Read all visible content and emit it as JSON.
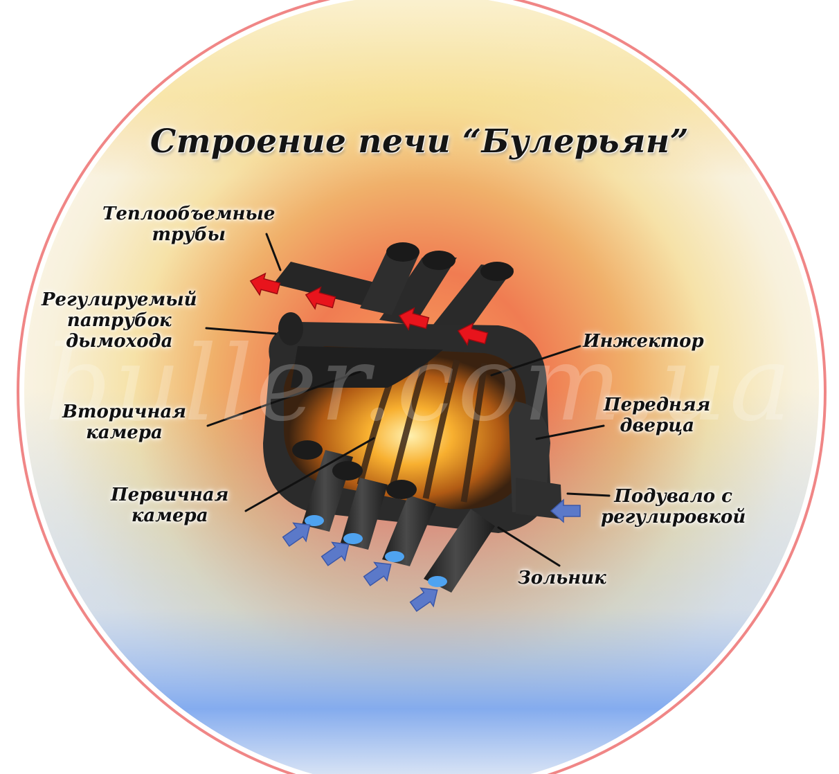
{
  "title": "Строение печи “Булерьян”",
  "watermark": "buller.com.ua",
  "labels": {
    "heat_pipes": [
      "Теплообъемные",
      "трубы"
    ],
    "flue_pipe": [
      "Регулируемый",
      "патрубок",
      "дымохода"
    ],
    "secondary_chamber": [
      "Вторичная",
      "камера"
    ],
    "primary_chamber": [
      "Первичная",
      "камера"
    ],
    "injector": [
      "Инжектор"
    ],
    "front_door": [
      "Передняя",
      "дверца"
    ],
    "blower": [
      "Подувало с",
      "регулировкой"
    ],
    "ash_pit": [
      "Зольник"
    ]
  },
  "colors": {
    "ring": "#f08686",
    "hot_arrow": "#e8141c",
    "cold_arrow": "#5b79c9",
    "stove_body": "#2b2b2b",
    "fire": "#f5a623"
  }
}
